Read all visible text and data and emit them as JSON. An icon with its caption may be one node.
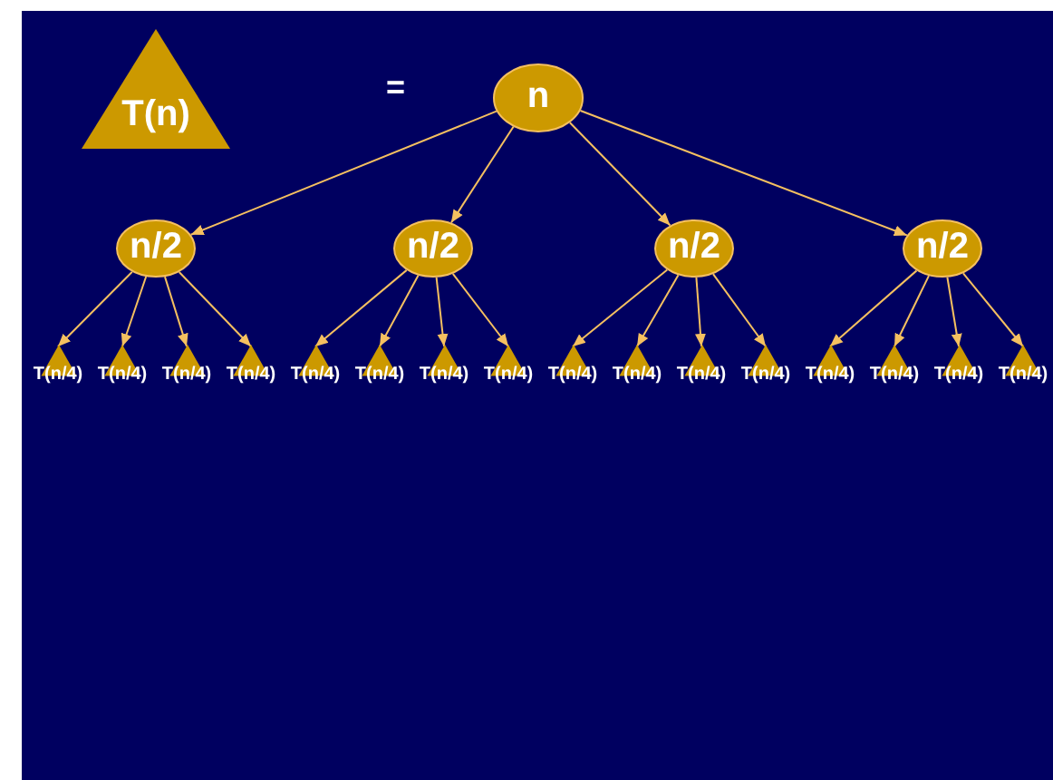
{
  "diagram": {
    "nodes": [
      {
        "text": [
          "T(n)"
        ]
      },
      {
        "text": [
          "n"
        ]
      },
      {
        "text": [
          "n/2"
        ]
      },
      {
        "text": [
          "n/2"
        ]
      },
      {
        "text": [
          "n/2"
        ]
      },
      {
        "text": [
          "n/2"
        ]
      },
      {
        "text": [
          "T(n/4)"
        ]
      },
      {
        "text": [
          "T(n/4)"
        ]
      },
      {
        "text": [
          "T(n/4)"
        ]
      },
      {
        "text": [
          "T(n/4)"
        ]
      },
      {
        "text": [
          "T(n/4)"
        ]
      },
      {
        "text": [
          "T(n/4)"
        ]
      },
      {
        "text": [
          "T(n/4)"
        ]
      },
      {
        "text": [
          "T(n/4)"
        ]
      },
      {
        "text": [
          "T(n/4)"
        ]
      },
      {
        "text": [
          "T(n/4)"
        ]
      },
      {
        "text": [
          "T(n/4)"
        ]
      },
      {
        "text": [
          "T(n/4)"
        ]
      },
      {
        "text": [
          "T(n/4)"
        ]
      },
      {
        "text": [
          "T(n/4)"
        ]
      },
      {
        "text": [
          "T(n/4)"
        ]
      },
      {
        "text": [
          "T(n/4)"
        ]
      }
    ],
    "edges": [
      {
        "from": 1,
        "to": 2,
        "arrow": "to"
      },
      {
        "from": 1,
        "to": 3,
        "arrow": "to"
      },
      {
        "from": 1,
        "to": 4,
        "arrow": "to"
      },
      {
        "from": 1,
        "to": 5,
        "arrow": "to"
      },
      {
        "from": 2,
        "to": 6,
        "arrow": "to"
      },
      {
        "from": 2,
        "to": 7,
        "arrow": "to"
      },
      {
        "from": 2,
        "to": 8,
        "arrow": "to"
      },
      {
        "from": 2,
        "to": 9,
        "arrow": "to"
      },
      {
        "from": 3,
        "to": 10,
        "arrow": "to"
      },
      {
        "from": 3,
        "to": 11,
        "arrow": "to"
      },
      {
        "from": 3,
        "to": 12,
        "arrow": "to"
      },
      {
        "from": 3,
        "to": 13,
        "arrow": "to"
      },
      {
        "from": 4,
        "to": 14,
        "arrow": "to"
      },
      {
        "from": 4,
        "to": 15,
        "arrow": "to"
      },
      {
        "from": 4,
        "to": 16,
        "arrow": "to"
      },
      {
        "from": 4,
        "to": 17,
        "arrow": "to"
      },
      {
        "from": 5,
        "to": 18,
        "arrow": "to"
      },
      {
        "from": 5,
        "to": 19,
        "arrow": "to"
      },
      {
        "from": 5,
        "to": 20,
        "arrow": "to"
      },
      {
        "from": 5,
        "to": 21,
        "arrow": "to"
      }
    ],
    "labels": [
      "="
    ]
  }
}
